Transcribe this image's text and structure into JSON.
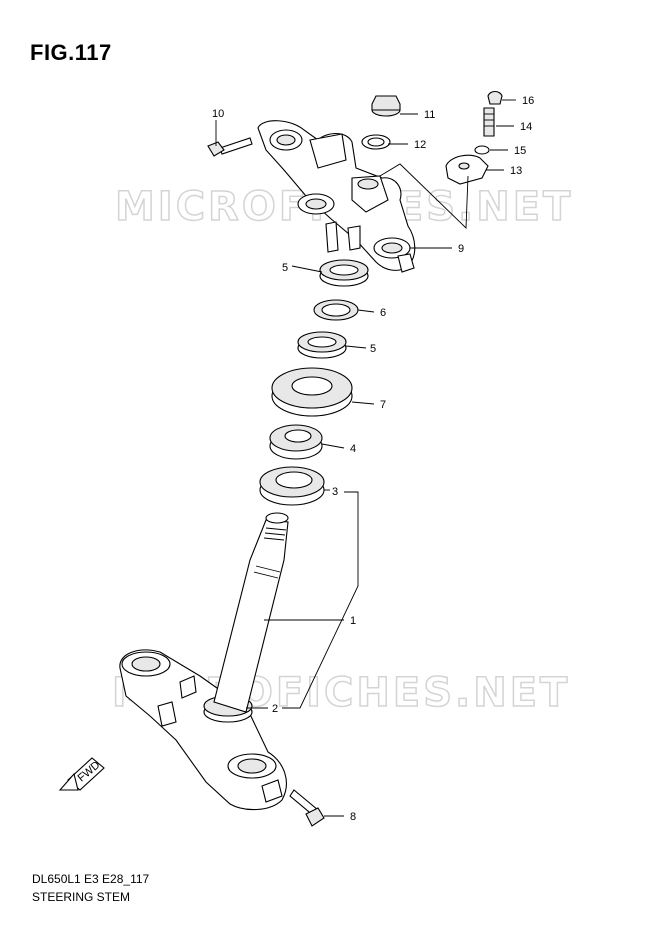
{
  "figure": {
    "title": "FIG.117"
  },
  "watermark": {
    "text": "MICROFICHES.NET"
  },
  "footer": {
    "code": "DL650L1 E3 E28_117",
    "caption": "STEERING STEM"
  },
  "fwd_label": "FWD",
  "callouts": {
    "c1": "1",
    "c2": "2",
    "c3": "3",
    "c4": "4",
    "c5a": "5",
    "c5b": "5",
    "c6": "6",
    "c7": "7",
    "c8": "8",
    "c9": "9",
    "c10": "10",
    "c11": "11",
    "c12": "12",
    "c13": "13",
    "c14": "14",
    "c15": "15",
    "c16": "16"
  }
}
